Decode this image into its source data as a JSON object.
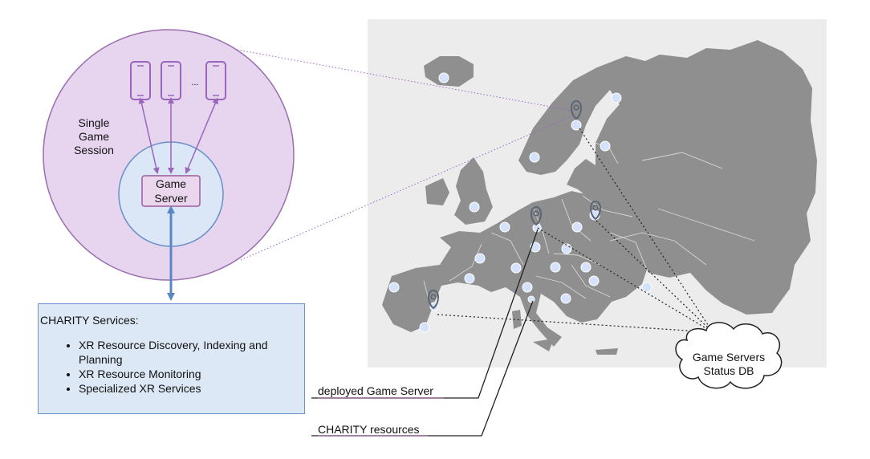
{
  "session": {
    "label_lines": [
      "Single",
      "Game",
      "Session"
    ],
    "game_server_lines": [
      "Game",
      "Server"
    ],
    "ellipsis": "..."
  },
  "services": {
    "title": "CHARITY Services:",
    "items": [
      "XR Resource Discovery, Indexing and Planning",
      "XR Resource Monitoring",
      "Specialized XR Services"
    ]
  },
  "legend": {
    "deployed_game_server": "deployed Game Server",
    "charity_resources": "CHARITY resources"
  },
  "status_db": {
    "lines": [
      "Game Servers",
      "Status DB"
    ]
  },
  "colors": {
    "session_circle": "#e7d5ef",
    "session_stroke": "#9a6fb0",
    "server_circle": "#dbe6f7",
    "server_stroke": "#6a8fc8",
    "game_server_box": "#ead7ee",
    "game_server_stroke": "#9b5d9b",
    "map_background": "#ececec",
    "map_land": "#8f8f8f",
    "resource_dot": "#d4e3fb",
    "pin": "#5a6472",
    "arrow_purple": "#9966bb",
    "arrow_blue": "#5b86c4",
    "legend_purple": "#7b3f7b"
  },
  "icons": [
    "smartphone-icon",
    "map-pin-icon",
    "cloud-icon",
    "bullet-dot"
  ]
}
